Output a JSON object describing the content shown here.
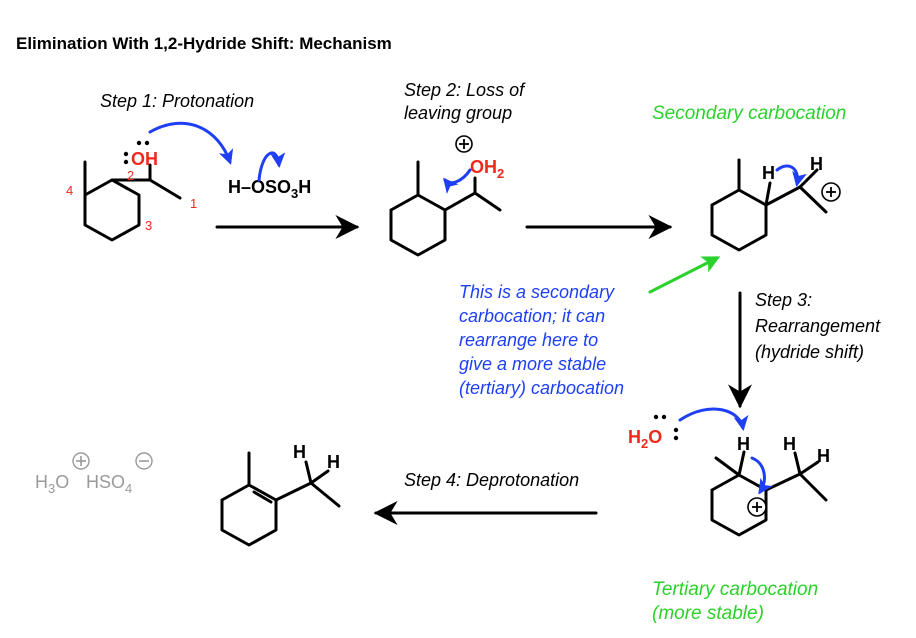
{
  "title": "Elimination With 1,2-Hydride Shift: Mechanism",
  "steps": {
    "step1": "Step 1: Protonation",
    "step2_line1": "Step 2: Loss of",
    "step2_line2": "leaving group",
    "step3_line1": "Step 3:",
    "step3_line2": "Rearrangement",
    "step3_line3": "(hydride shift)",
    "step4": "Step 4: Deprotonation"
  },
  "labels": {
    "secondary": "Secondary carbocation",
    "tertiary_line1": "Tertiary carbocation",
    "tertiary_line2": "(more stable)"
  },
  "note": {
    "line1": "This is a secondary",
    "line2": "carbocation; it can",
    "line3": "rearrange here to",
    "line4": "give a more stable",
    "line5": "(tertiary) carbocation"
  },
  "atoms": {
    "oh": "OH",
    "oh2_main": "OH",
    "oh2_sub": "2",
    "acid_main": "H–OSO",
    "acid_sub": "3",
    "acid_end": "H",
    "water_main": "H",
    "water_sub": "2",
    "water_end": "O",
    "hydrogen": "H",
    "byproduct_h3o_main": "H",
    "byproduct_h3o_sub": "3",
    "byproduct_h3o_end": "O",
    "byproduct_hso4_main": "HSO",
    "byproduct_hso4_sub": "4"
  },
  "carbon_numbers": [
    "1",
    "2",
    "3",
    "4"
  ],
  "colors": {
    "arrow_blue": "#1f3ff5",
    "heteroatom_red": "#ee2a1c",
    "label_green": "#2bd22b",
    "byproduct_grey": "#9a9a9a"
  }
}
